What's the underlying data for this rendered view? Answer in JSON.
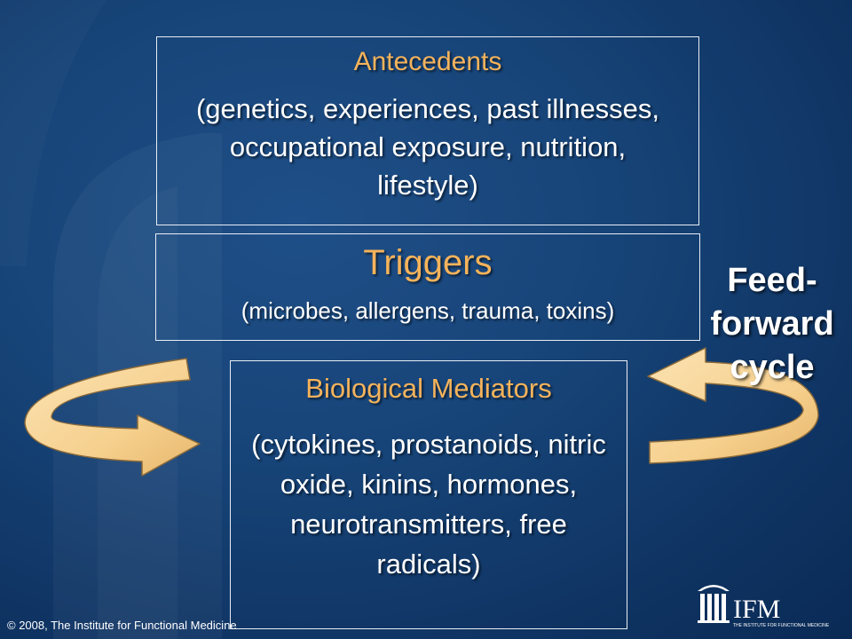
{
  "boxes": {
    "antecedents": {
      "title": "Antecedents",
      "detail": "(genetics, experiences, past illnesses, occupational exposure, nutrition, lifestyle)"
    },
    "triggers": {
      "title": "Triggers",
      "detail": "(microbes, allergens, trauma, toxins)"
    },
    "mediators": {
      "title": "Biological Mediators",
      "detail": "(cytokines, prostanoids, nitric oxide, kinins, hormones, neurotransmitters, free radicals)"
    }
  },
  "cycle_label": "Feed-\nforward\ncycle",
  "footer": {
    "copyright": "© 2008, The Institute for Functional Medicine"
  },
  "logo": {
    "text": "IFM",
    "subtitle": "THE INSTITUTE FOR FUNCTIONAL MEDICINE",
    "icon": "column-building-icon"
  },
  "colors": {
    "background": "#174478",
    "heading": "#f5b35b",
    "arrow_fill": "#f6d08e",
    "box_border": "#e9eef6"
  }
}
